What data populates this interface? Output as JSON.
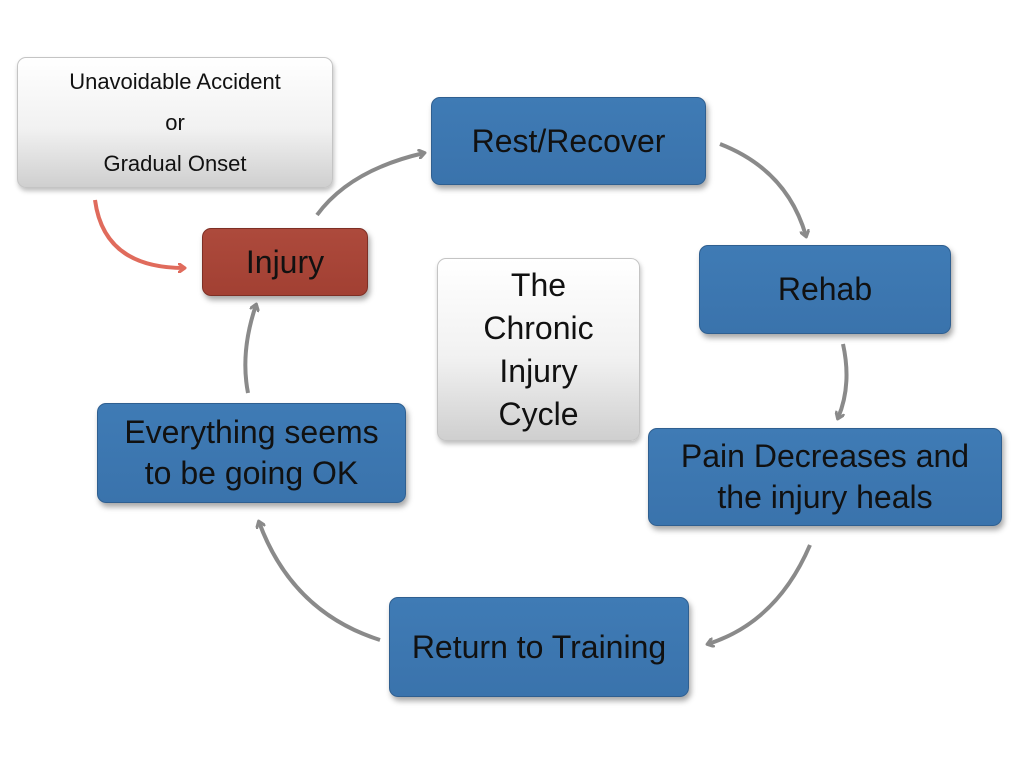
{
  "source": {
    "lines": [
      "Unavoidable Accident",
      "or",
      "Gradual Onset"
    ]
  },
  "center": {
    "lines": [
      "The",
      "Chronic",
      "Injury",
      "Cycle"
    ]
  },
  "cycle": {
    "injury": "Injury",
    "rest_recover": "Rest/Recover",
    "rehab": "Rehab",
    "pain_decreases": [
      "Pain Decreases and",
      "the injury heals"
    ],
    "return_to_training": "Return to Training",
    "everything_ok": [
      "Everything seems",
      "to be going OK"
    ]
  },
  "colors": {
    "cycle_box": "#3a74ad",
    "injury_box": "#a6443a",
    "source_box": "#e8e8e8",
    "cycle_arrow": "#8a8a8a",
    "cause_arrow": "#e06b5c"
  }
}
